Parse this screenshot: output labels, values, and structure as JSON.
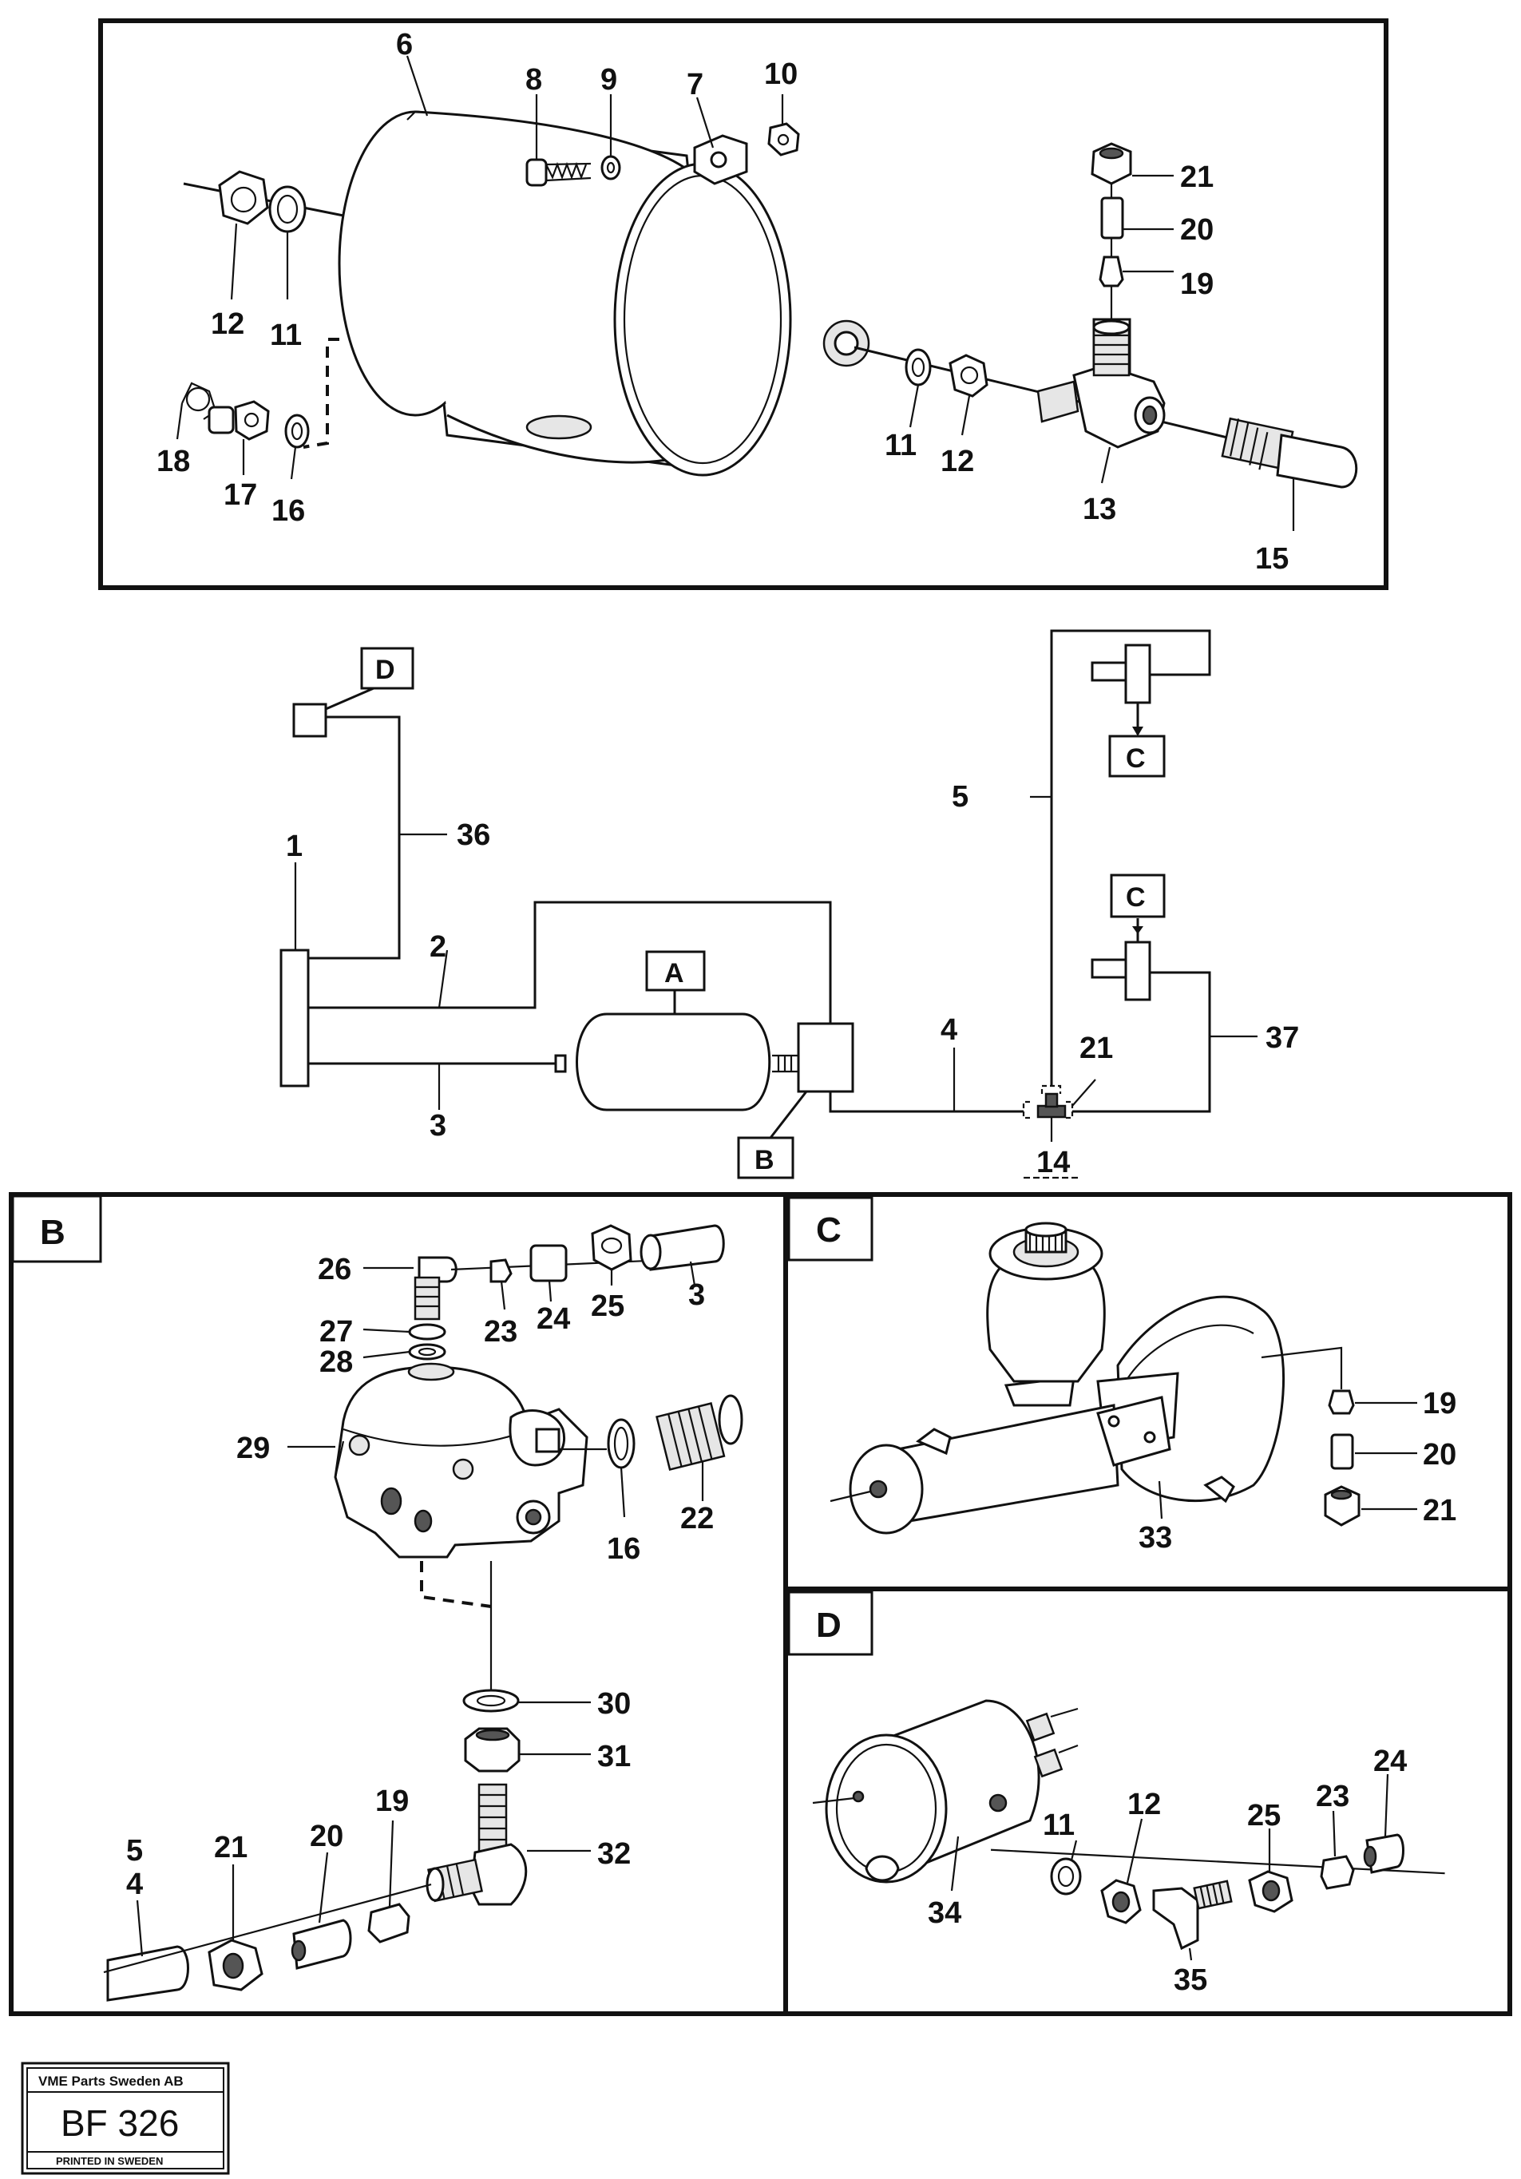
{
  "top_panel": {
    "labels": [
      "6",
      "8",
      "9",
      "7",
      "10",
      "21",
      "20",
      "19",
      "12",
      "11",
      "11",
      "12",
      "13",
      "15",
      "18",
      "17",
      "16"
    ]
  },
  "schematic": {
    "boxes": {
      "a": "A",
      "b": "B",
      "c1": "C",
      "c2": "C",
      "d": "D"
    },
    "labels": [
      "1",
      "36",
      "2",
      "3",
      "4",
      "5",
      "21",
      "14",
      "37"
    ]
  },
  "panel_b": {
    "letter": "B",
    "labels": [
      "26",
      "23",
      "24",
      "25",
      "3",
      "27",
      "28",
      "29",
      "16",
      "22",
      "30",
      "31",
      "32",
      "5",
      "4",
      "21",
      "20",
      "19"
    ]
  },
  "panel_c": {
    "letter": "C",
    "labels": [
      "19",
      "20",
      "21",
      "33"
    ]
  },
  "panel_d": {
    "letter": "D",
    "labels": [
      "11",
      "12",
      "25",
      "23",
      "24",
      "34",
      "35"
    ]
  },
  "stamp": {
    "company": "VME Parts Sweden AB",
    "code": "BF 326",
    "printed": "PRINTED IN SWEDEN"
  }
}
